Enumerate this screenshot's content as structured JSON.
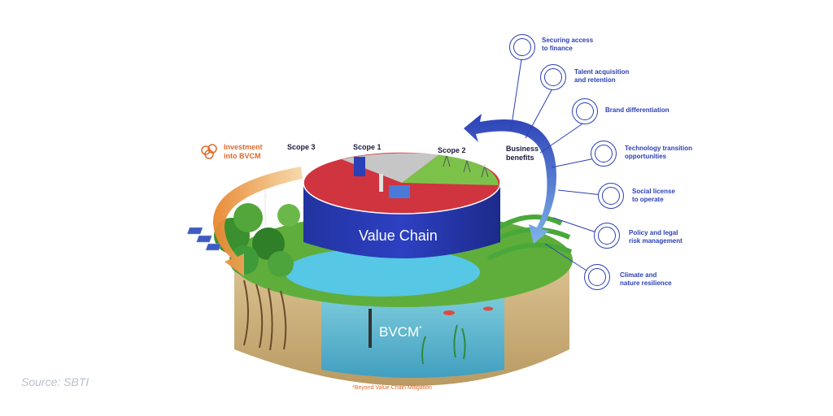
{
  "source": "Source: SBTI",
  "investment_label": "Investment\ninto BVCM",
  "business_label": "Business\nbenefits",
  "scopes": {
    "scope3": "Scope 3",
    "scope1": "Scope 1",
    "scope2": "Scope 2"
  },
  "value_chain": "Value Chain",
  "bvcm": "BVCM",
  "bvcm_mark": "*",
  "footnote": "*Beyond Value Chain Mitigation",
  "benefits": [
    {
      "text": "Securing access\nto finance",
      "icon": "handshake-icon"
    },
    {
      "text": "Talent acquisition\nand retention",
      "icon": "talent-icon"
    },
    {
      "text": "Brand differentiation",
      "icon": "brand-icon"
    },
    {
      "text": "Technology transition\nopportunities",
      "icon": "gear-leaf-icon"
    },
    {
      "text": "Social license\nto operate",
      "icon": "people-icon"
    },
    {
      "text": "Policy and legal\nrisk management",
      "icon": "scales-icon"
    },
    {
      "text": "Climate and\nnature resilience",
      "icon": "nature-icon"
    }
  ],
  "colors": {
    "accent_blue": "#2b3fb6",
    "orange": "#e06a2a",
    "navy": "#1f2e8c",
    "red": "#c8283a",
    "green": "#3f9b3a"
  }
}
